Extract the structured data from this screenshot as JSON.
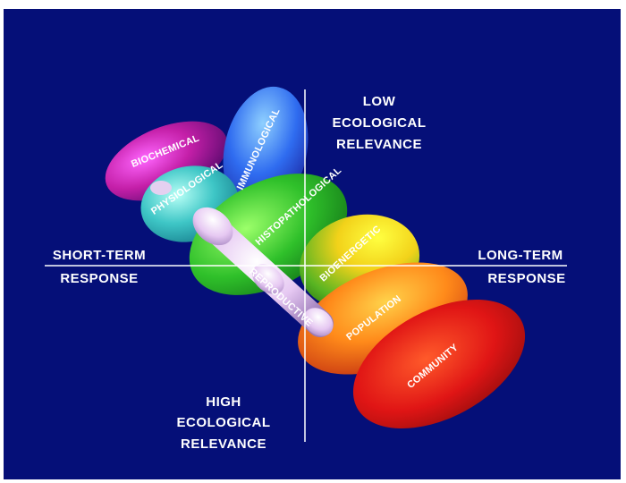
{
  "colors": {
    "background": "#050f78",
    "axis": "#ffffff",
    "text": "#ffffff"
  },
  "axes": {
    "top": [
      "LOW",
      "ECOLOGICAL",
      "RELEVANCE"
    ],
    "bottom": [
      "HIGH",
      "ECOLOGICAL",
      "RELEVANCE"
    ],
    "left": [
      "SHORT-TERM",
      "RESPONSE"
    ],
    "right": [
      "LONG-TERM",
      "RESPONSE"
    ]
  },
  "regions": {
    "biochemical": "BIOCHEMICAL",
    "immunological": "IMMUNOLOGICAL",
    "physiological": "PHYSIOLOGICAL",
    "histopathological": "HISTOPATHOLOGICAL",
    "bioenergetic": "BIOENERGETIC",
    "reproductive": "REPRODUCTIVE",
    "population": "POPULATION",
    "community": "COMMUNITY"
  }
}
